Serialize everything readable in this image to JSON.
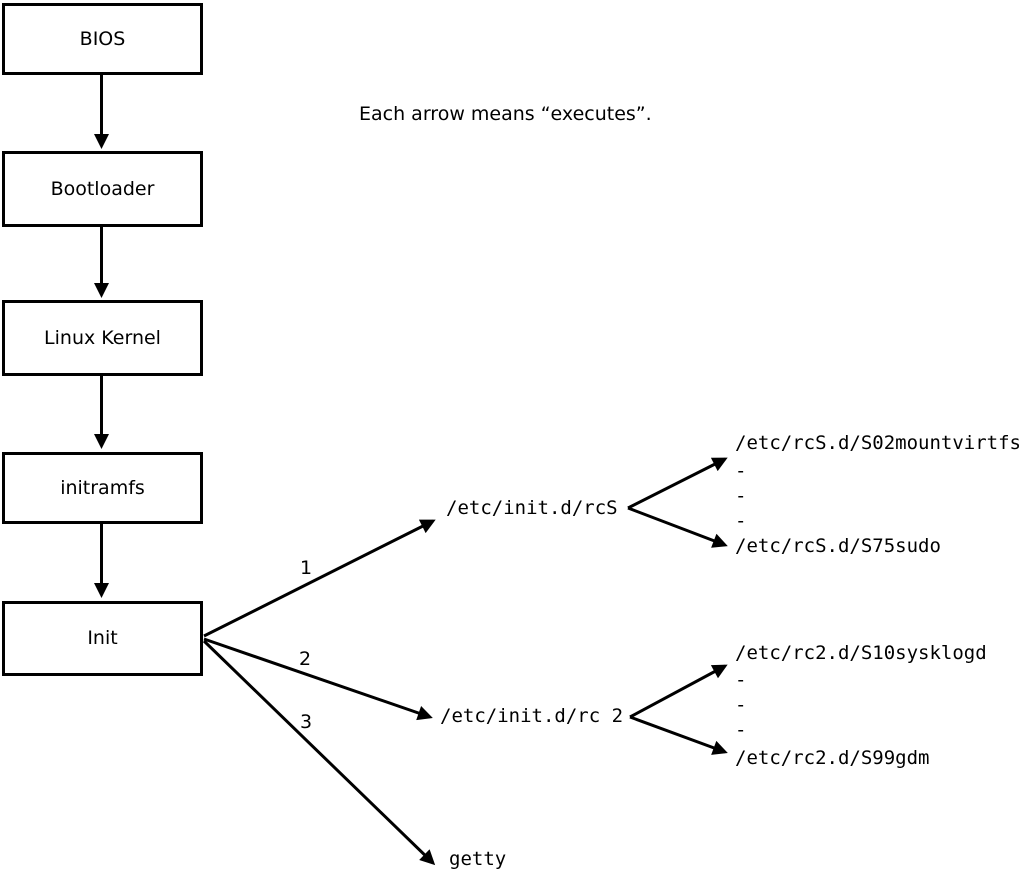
{
  "caption": "Each arrow means “executes”.",
  "colors": {
    "line": "#000000",
    "background": "#ffffff",
    "box_fill": "#ffffff"
  },
  "boot_chain": [
    {
      "label": "BIOS"
    },
    {
      "label": "Bootloader"
    },
    {
      "label": "Linux Kernel"
    },
    {
      "label": "initramfs"
    },
    {
      "label": "Init"
    }
  ],
  "init_fanout": [
    {
      "order": "1",
      "target": "/etc/init.d/rcS",
      "children": [
        "/etc/rcS.d/S02mountvirtfs",
        "-",
        "-",
        "-",
        "/etc/rcS.d/S75sudo"
      ]
    },
    {
      "order": "2",
      "target": "/etc/init.d/rc 2",
      "children": [
        "/etc/rc2.d/S10sysklogd",
        "-",
        "-",
        "-",
        "/etc/rc2.d/S99gdm"
      ]
    },
    {
      "order": "3",
      "target": "getty",
      "children": []
    }
  ]
}
